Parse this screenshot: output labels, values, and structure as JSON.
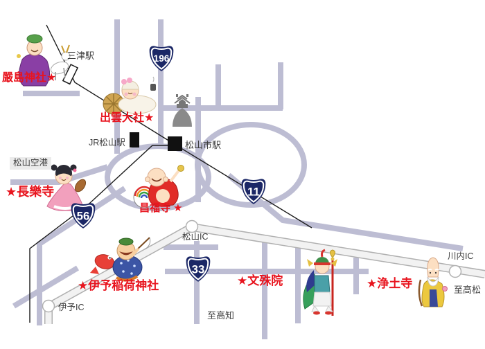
{
  "colors": {
    "road": "#bdbdd3",
    "highway_fill": "#f2f2f2",
    "highway_casing": "#b0b0b0",
    "railway": "#1c1c1c",
    "route_shield": "#1b2766",
    "temple_label_red": "#e8141e",
    "place_label_black": "#3c3c3c",
    "castle_gray": "#8a8a8a"
  },
  "temples": {
    "itsukushima": "嚴島神社★",
    "izumo": "出雲大社★",
    "choraku": "★長樂寺",
    "shofuku": "昌福寺 ★",
    "iyoinari": "★伊予稲荷神社",
    "monju": "★文殊院",
    "jodo": "★浄土寺"
  },
  "places": {
    "mitsu_station": "三津駅",
    "jr_matsuyama_station": "JR松山駅",
    "matsuyama_city_station": "松山市駅",
    "matsuyama_airport": "松山空港",
    "matsuyama_ic": "松山IC",
    "iyo_ic": "伊予IC",
    "kawauchi_ic": "川内IC",
    "to_kochi": "至高知",
    "to_takamatsu": "至高松"
  },
  "routes": {
    "r196": "196",
    "r11": "11",
    "r56": "56",
    "r33": "33"
  },
  "icons": {
    "castle": "matsuyama-castle-icon",
    "station_black_rect": "station-marker",
    "station_white_rect": "mitsu-station-marker",
    "ic_circle": "interchange-marker",
    "itsukushima_character": "lucky-god-with-deer-illustration",
    "izumo_character": "reclining-lucky-god-with-straw-bale-illustration",
    "choraku_character": "benzaiten-with-biwa-illustration",
    "shofuku_character": "hotei-on-rainbow-ball-illustration",
    "iyoinari_character": "ebisu-with-sea-bream-and-rod-illustration",
    "monju_character": "bishamonten-warrior-with-spear-illustration",
    "jodo_character": "fukurokuju-elder-with-staff-illustration"
  }
}
